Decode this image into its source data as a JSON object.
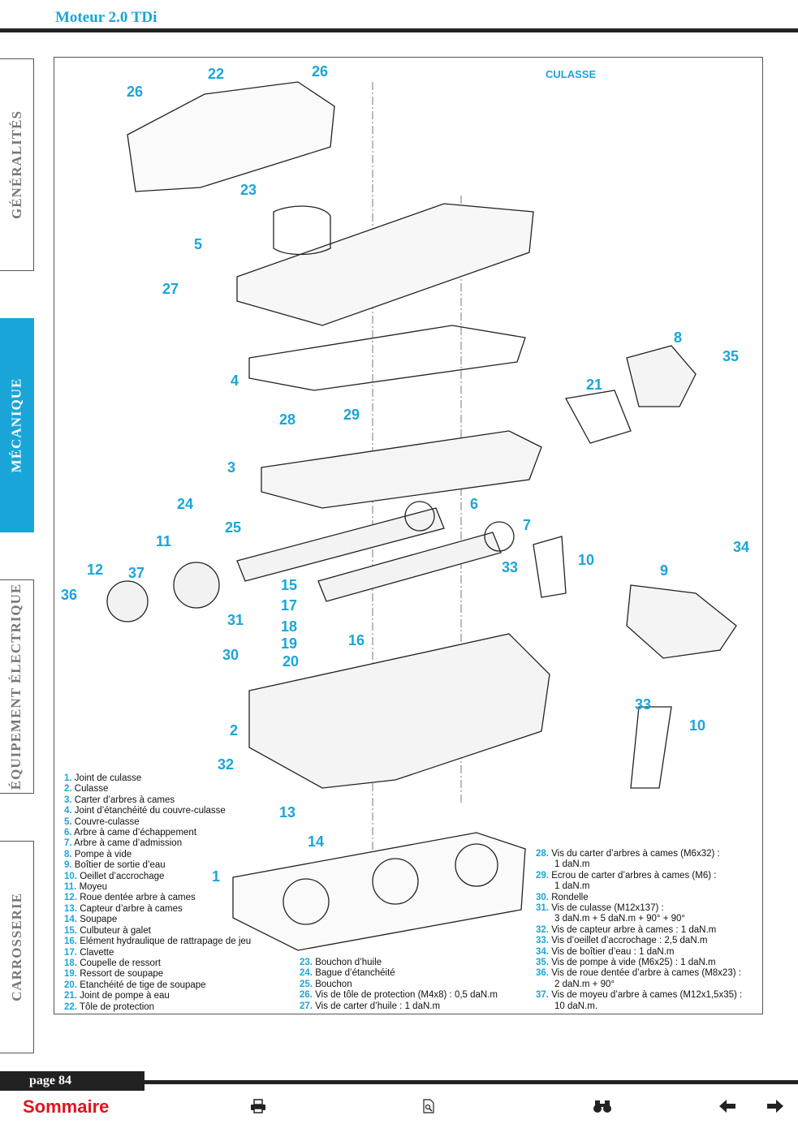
{
  "header": {
    "title": "Moteur 2.0 TDi"
  },
  "tabs": [
    {
      "label": "GÉNÉRALITÉS"
    },
    {
      "label": "MÉCANIQUE"
    },
    {
      "label": "ÉQUIPEMENT ÉLECTRIQUE"
    },
    {
      "label": "CARROSSERIE"
    }
  ],
  "section_title": "CULASSE",
  "callouts": [
    "22",
    "26",
    "26",
    "23",
    "5",
    "27",
    "4",
    "8",
    "35",
    "21",
    "28",
    "29",
    "3",
    "6",
    "24",
    "25",
    "7",
    "11",
    "12",
    "37",
    "36",
    "33",
    "10",
    "34",
    "9",
    "15",
    "17",
    "31",
    "18",
    "19",
    "16",
    "30",
    "20",
    "2",
    "33",
    "10",
    "32",
    "13",
    "14",
    "1"
  ],
  "legend_left": [
    {
      "num": "1.",
      "text": "Joint de culasse"
    },
    {
      "num": "2.",
      "text": "Culasse"
    },
    {
      "num": "3.",
      "text": "Carter d’arbres à cames"
    },
    {
      "num": "4.",
      "text": "Joint d’étanchéité du couvre-culasse"
    },
    {
      "num": "5.",
      "text": "Couvre-culasse"
    },
    {
      "num": "6.",
      "text": "Arbre à came d’échappement"
    },
    {
      "num": "7.",
      "text": "Arbre à came d’admission"
    },
    {
      "num": "8.",
      "text": "Pompe à vide"
    },
    {
      "num": "9.",
      "text": "Boîtier de sortie d’eau"
    },
    {
      "num": "10.",
      "text": "Oeillet d’accrochage"
    },
    {
      "num": "11.",
      "text": "Moyeu"
    },
    {
      "num": "12.",
      "text": "Roue dentée arbre à cames"
    },
    {
      "num": "13.",
      "text": "Capteur d’arbre à cames"
    },
    {
      "num": "14.",
      "text": "Soupape"
    },
    {
      "num": "15.",
      "text": "Culbuteur à galet"
    },
    {
      "num": "16.",
      "text": "Elément hydraulique de rattrapage de jeu"
    },
    {
      "num": "17.",
      "text": "Clavette"
    },
    {
      "num": "18.",
      "text": "Coupelle de ressort"
    },
    {
      "num": "19.",
      "text": "Ressort de soupape"
    },
    {
      "num": "20.",
      "text": "Etanchéité de tige de soupape"
    },
    {
      "num": "21.",
      "text": "Joint de pompe à eau"
    },
    {
      "num": "22.",
      "text": "Tôle de protection"
    }
  ],
  "legend_mid": [
    {
      "num": "23.",
      "text": "Bouchon d’huile"
    },
    {
      "num": "24.",
      "text": "Bague d’étanchéité"
    },
    {
      "num": "25.",
      "text": "Bouchon"
    },
    {
      "num": "26.",
      "text": "Vis de tôle de protection (M4x8) : 0,5 daN.m"
    },
    {
      "num": "27.",
      "text": "Vis de carter d’huile : 1 daN.m"
    }
  ],
  "legend_right": [
    {
      "num": "28.",
      "text": "Vis du carter d’arbres à cames (M6x32) :",
      "cont": "1 daN.m"
    },
    {
      "num": "29.",
      "text": "Ecrou de carter d’arbres à cames (M6) :",
      "cont": "1 daN.m"
    },
    {
      "num": "30.",
      "text": "Rondelle",
      "cont": ""
    },
    {
      "num": "31.",
      "text": "Vis de culasse (M12x137) :",
      "cont": "3 daN.m + 5 daN.m + 90° + 90°"
    },
    {
      "num": "32.",
      "text": "Vis de capteur arbre à cames : 1 daN.m",
      "cont": ""
    },
    {
      "num": "33.",
      "text": "Vis d’oeillet d’accrochage : 2,5 daN.m",
      "cont": ""
    },
    {
      "num": "34.",
      "text": "Vis de boîtier d’eau : 1 daN.m",
      "cont": ""
    },
    {
      "num": "35.",
      "text": "Vis de pompe à vide (M6x25) : 1 daN.m",
      "cont": ""
    },
    {
      "num": "36.",
      "text": "Vis de roue dentée d’arbre à cames (M8x23) :",
      "cont": "2 daN.m + 90°"
    },
    {
      "num": "37.",
      "text": "Vis de moyeu d’arbre à cames (M12x1,5x35) :",
      "cont": "10 daN.m."
    }
  ],
  "footer": {
    "page_label": "page 84",
    "sommaire": "Sommaire",
    "icons": [
      "printer-icon",
      "document-search-icon",
      "binoculars-icon",
      "arrow-left-icon",
      "arrow-right-icon"
    ]
  },
  "colors": {
    "accent": "#1aa5d9",
    "link_red": "#e0141e",
    "dark": "#222222"
  }
}
